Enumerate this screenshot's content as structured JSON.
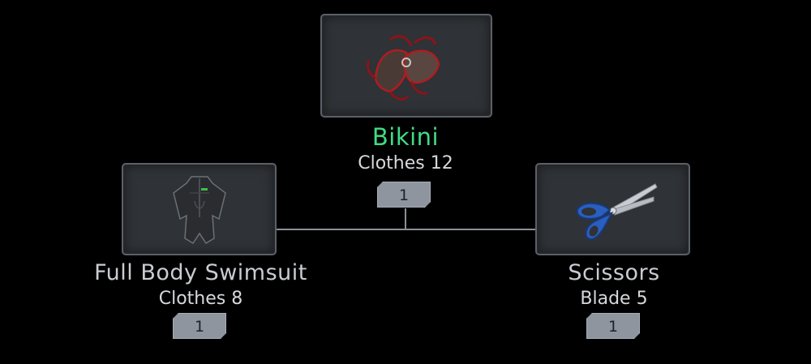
{
  "recipe": {
    "result": {
      "name": "Bikini",
      "category": "Clothes 12",
      "quantity": "1",
      "icon": "bikini-icon",
      "name_color": "#3fdc86"
    },
    "ingredients": [
      {
        "name": "Full Body Swimsuit",
        "category": "Clothes 8",
        "quantity": "1",
        "icon": "swimsuit-icon"
      },
      {
        "name": "Scissors",
        "category": "Blade 5",
        "quantity": "1",
        "icon": "scissors-icon"
      }
    ]
  },
  "colors": {
    "background": "#000000",
    "card": "#2f3236",
    "card_border": "#5b6068",
    "connector": "#8a909a",
    "badge": "#8e959f"
  }
}
